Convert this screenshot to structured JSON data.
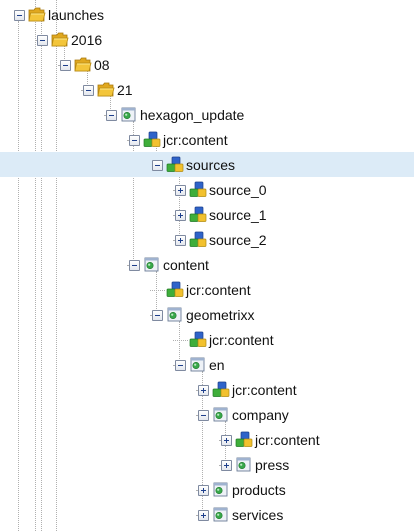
{
  "tree": {
    "nodes": [
      {
        "label": "launches",
        "depth": 1,
        "icon": "folder",
        "toggle": "minus"
      },
      {
        "label": "2016",
        "depth": 2,
        "icon": "folder",
        "toggle": "minus"
      },
      {
        "label": "08",
        "depth": 3,
        "icon": "folder",
        "toggle": "minus"
      },
      {
        "label": "21",
        "depth": 4,
        "icon": "folder",
        "toggle": "minus"
      },
      {
        "label": "hexagon_update",
        "depth": 5,
        "icon": "page",
        "toggle": "minus"
      },
      {
        "label": "jcr:content",
        "depth": 6,
        "icon": "node",
        "toggle": "minus"
      },
      {
        "label": "sources",
        "depth": 7,
        "icon": "node",
        "toggle": "minus",
        "selected": true
      },
      {
        "label": "source_0",
        "depth": 8,
        "icon": "node",
        "toggle": "plus"
      },
      {
        "label": "source_1",
        "depth": 8,
        "icon": "node",
        "toggle": "plus"
      },
      {
        "label": "source_2",
        "depth": 8,
        "icon": "node",
        "toggle": "plus"
      },
      {
        "label": "content",
        "depth": 6,
        "icon": "page",
        "toggle": "minus"
      },
      {
        "label": "jcr:content",
        "depth": 7,
        "icon": "node",
        "toggle": "none"
      },
      {
        "label": "geometrixx",
        "depth": 7,
        "icon": "page",
        "toggle": "minus"
      },
      {
        "label": "jcr:content",
        "depth": 8,
        "icon": "node",
        "toggle": "none"
      },
      {
        "label": "en",
        "depth": 8,
        "icon": "page",
        "toggle": "minus"
      },
      {
        "label": "jcr:content",
        "depth": 9,
        "icon": "node",
        "toggle": "plus"
      },
      {
        "label": "company",
        "depth": 9,
        "icon": "page",
        "toggle": "minus"
      },
      {
        "label": "jcr:content",
        "depth": 10,
        "icon": "node",
        "toggle": "plus"
      },
      {
        "label": "press",
        "depth": 10,
        "icon": "page",
        "toggle": "plus"
      },
      {
        "label": "products",
        "depth": 9,
        "icon": "page",
        "toggle": "plus"
      },
      {
        "label": "services",
        "depth": 9,
        "icon": "page",
        "toggle": "plus"
      }
    ]
  },
  "colors": {
    "selected_row": "#dcebf7",
    "toggle_sign": "#1e3f8c",
    "folder_yellow": "#f3c53a",
    "node_blue": "#2f63c9",
    "node_green": "#3fae3a",
    "node_yellow": "#f2c12e",
    "page_green": "#38a84a"
  }
}
